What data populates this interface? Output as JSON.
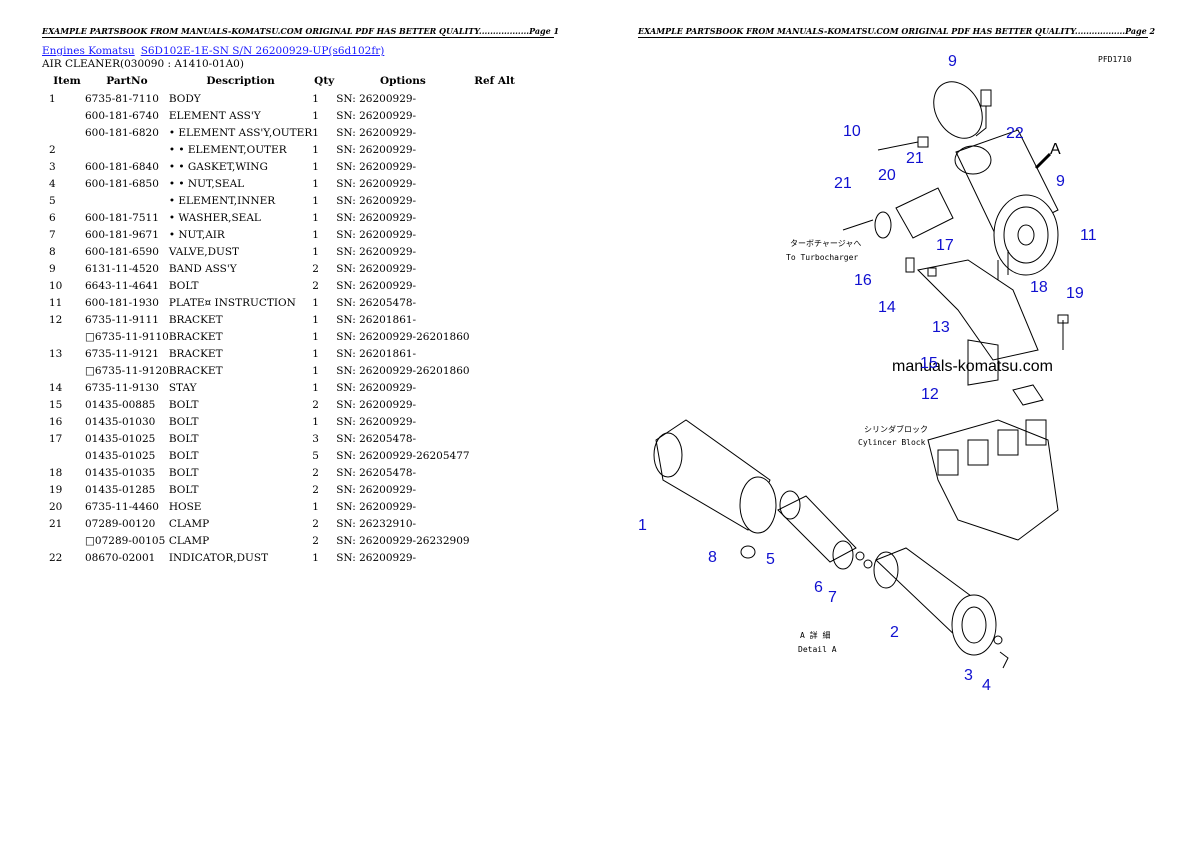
{
  "header": {
    "page1": "EXAMPLE PARTSBOOK FROM MANUALS-KOMATSU.COM ORIGINAL PDF HAS BETTER QUALITY..................Page 1",
    "page2": "EXAMPLE PARTSBOOK FROM MANUALS-KOMATSU.COM ORIGINAL PDF HAS BETTER QUALITY..................Page 2"
  },
  "breadcrumb": {
    "link1": "Engines Komatsu",
    "link2": "S6D102E-1E-SN S/N 26200929-UP(s6d102fr)"
  },
  "section_title": "AIR CLEANER(030090 : A1410-01A0)",
  "table": {
    "headers": [
      "Item",
      "PartNo",
      "Description",
      "Qty",
      "Options",
      "Ref Alt"
    ],
    "rows": [
      [
        "1",
        "6735-81-7110",
        "BODY",
        "1",
        "SN: 26200929-",
        ""
      ],
      [
        "",
        "600-181-6740",
        "ELEMENT ASS'Y",
        "1",
        "SN: 26200929-",
        ""
      ],
      [
        "",
        "600-181-6820",
        "• ELEMENT ASS'Y,OUTER",
        "1",
        "SN: 26200929-",
        ""
      ],
      [
        "2",
        "",
        "• • ELEMENT,OUTER",
        "1",
        "SN: 26200929-",
        ""
      ],
      [
        "3",
        "600-181-6840",
        "• • GASKET,WING",
        "1",
        "SN: 26200929-",
        ""
      ],
      [
        "4",
        "600-181-6850",
        "• • NUT,SEAL",
        "1",
        "SN: 26200929-",
        ""
      ],
      [
        "5",
        "",
        "• ELEMENT,INNER",
        "1",
        "SN: 26200929-",
        ""
      ],
      [
        "6",
        "600-181-7511",
        "• WASHER,SEAL",
        "1",
        "SN: 26200929-",
        ""
      ],
      [
        "7",
        "600-181-9671",
        "• NUT,AIR",
        "1",
        "SN: 26200929-",
        ""
      ],
      [
        "8",
        "600-181-6590",
        "VALVE,DUST",
        "1",
        "SN: 26200929-",
        ""
      ],
      [
        "9",
        "6131-11-4520",
        "BAND ASS'Y",
        "2",
        "SN: 26200929-",
        ""
      ],
      [
        "10",
        "6643-11-4641",
        "BOLT",
        "2",
        "SN: 26200929-",
        ""
      ],
      [
        "11",
        "600-181-1930",
        "PLATE¤ INSTRUCTION",
        "1",
        "SN: 26205478-",
        ""
      ],
      [
        "12",
        "6735-11-9111",
        "BRACKET",
        "1",
        "SN: 26201861-",
        ""
      ],
      [
        "",
        "□6735-11-9110",
        "BRACKET",
        "1",
        "SN: 26200929-26201860",
        ""
      ],
      [
        "13",
        "6735-11-9121",
        "BRACKET",
        "1",
        "SN: 26201861-",
        ""
      ],
      [
        "",
        "□6735-11-9120",
        "BRACKET",
        "1",
        "SN: 26200929-26201860",
        ""
      ],
      [
        "14",
        "6735-11-9130",
        "STAY",
        "1",
        "SN: 26200929-",
        ""
      ],
      [
        "15",
        "01435-00885",
        "BOLT",
        "2",
        "SN: 26200929-",
        ""
      ],
      [
        "16",
        "01435-01030",
        "BOLT",
        "1",
        "SN: 26200929-",
        ""
      ],
      [
        "17",
        "01435-01025",
        "BOLT",
        "3",
        "SN: 26205478-",
        ""
      ],
      [
        "",
        "01435-01025",
        "BOLT",
        "5",
        "SN: 26200929-26205477",
        ""
      ],
      [
        "18",
        "01435-01035",
        "BOLT",
        "2",
        "SN: 26205478-",
        ""
      ],
      [
        "19",
        "01435-01285",
        "BOLT",
        "2",
        "SN: 26200929-",
        ""
      ],
      [
        "20",
        "6735-11-4460",
        "HOSE",
        "1",
        "SN: 26200929-",
        ""
      ],
      [
        "21",
        "07289-00120",
        "CLAMP",
        "2",
        "SN: 26232910-",
        ""
      ],
      [
        "",
        "□07289-00105",
        "CLAMP",
        "2",
        "SN: 26200929-26232909",
        ""
      ],
      [
        "22",
        "08670-02001",
        "INDICATOR,DUST",
        "1",
        "SN: 26200929-",
        ""
      ]
    ]
  },
  "diagram": {
    "code": "PFD1710",
    "turbo_jp": "ターボチャージャへ",
    "turbo_en": "To Turbocharger",
    "cyl_jp": "シリンダブロック",
    "cyl_en": "Cylincer Block",
    "detail_jp": "A 詳 細",
    "detail_en": "Detail A",
    "arrow_label": "A",
    "watermark": "manuals-komatsu.com",
    "callouts": [
      "9",
      "22",
      "10",
      "21",
      "9",
      "21",
      "20",
      "11",
      "17",
      "16",
      "18",
      "19",
      "14",
      "13",
      "15",
      "12",
      "1",
      "8",
      "5",
      "6",
      "7",
      "2",
      "3",
      "4"
    ]
  },
  "colors": {
    "link": "#1a1aff",
    "callout": "#1010d0"
  }
}
